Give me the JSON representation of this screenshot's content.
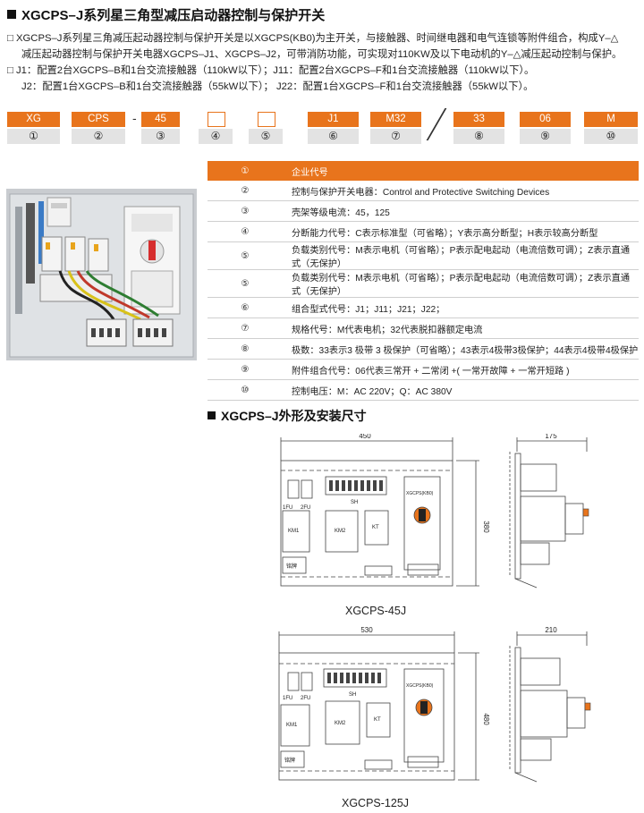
{
  "header": {
    "title": "XGCPS–J系列星三角型减压启动器控制与保护开关",
    "lines": [
      "□ XGCPS–J系列星三角减压起动器控制与保护开关是以XGCPS(KB0)为主开关，与接触器、时间继电器和电气连锁等附件组合，构成Y–△",
      "减压起动器控制与保护开关电器XGCPS–J1、XGCPS–J2，可带消防功能，可实现对110KW及以下电动机的Y–△减压起动控制与保护。",
      "□ J1：配置2台XGCPS–B和1台交流接触器（110kW以下）；J11：配置2台XGCPS–F和1台交流接触器（110kW以下）。",
      "J2：配置1台XGCPS–B和1台交流接触器（55kW以下）；  J22：配置1台XGCPS–F和1台交流接触器（55kW以下）。"
    ]
  },
  "code": {
    "segments": [
      "XG",
      "CPS",
      "-",
      "45",
      "□",
      "□",
      "J1",
      "M32",
      "/",
      "33",
      "06",
      "M"
    ],
    "numbers": [
      "①",
      "②",
      "③",
      "④",
      "⑤",
      "⑥",
      "⑦",
      "⑧",
      "⑨",
      "⑩"
    ]
  },
  "table": [
    {
      "num": "①",
      "text": "企业代号"
    },
    {
      "num": "②",
      "text": "控制与保护开关电器：Control and Protective Switching Devices"
    },
    {
      "num": "③",
      "text": "壳架等级电流：45，125"
    },
    {
      "num": "④",
      "text": "分断能力代号：C表示标准型（可省略）；Y表示高分断型；H表示较高分断型"
    },
    {
      "num": "⑤",
      "text": "负载类别代号：M表示电机（可省略）；P表示配电起动（电流倍数可调）；Z表示直通式（无保护）"
    },
    {
      "num": "⑤",
      "text": "负载类别代号：M表示电机（可省略）；P表示配电起动（电流倍数可调）；Z表示直通式（无保护）"
    },
    {
      "num": "⑥",
      "text": "组合型式代号：J1；J11；J21；J22；"
    },
    {
      "num": "⑦",
      "text": "规格代号：M代表电机；32代表脱扣器额定电流"
    },
    {
      "num": "⑧",
      "text": "极数：33表示3 极带 3 极保护（可省略）；43表示4极带3极保护；44表示4极带4极保护"
    },
    {
      "num": "⑨",
      "text": "附件组合代号：06代表三常开 + 二常闭 +( 一常开故障 + 一常开短路 )"
    },
    {
      "num": "⑩",
      "text": "控制电压：M：AC 220V；Q：AC 380V"
    }
  ],
  "section": {
    "title": "XGCPS–J外形及安装尺寸"
  },
  "dim45": {
    "width": "450",
    "depth": "175",
    "height": "380",
    "labels": {
      "fu1": "1FU",
      "fu2": "2FU",
      "sh": "SH",
      "kb": "XGCPS(KB0)",
      "km1": "KM1",
      "km2": "KM2",
      "kt": "KT",
      "plate": "铭牌"
    },
    "caption": "XGCPS-45J"
  },
  "dim125": {
    "width": "530",
    "depth": "210",
    "height": "480",
    "labels": {
      "fu1": "1FU",
      "fu2": "2FU",
      "sh": "SH",
      "kb": "XGCPS(KB0)",
      "km1": "KM1",
      "km2": "KM2",
      "kt": "KT",
      "plate": "铭牌"
    },
    "caption": "XGCPS-125J"
  },
  "colors": {
    "accent": "#e8741c",
    "number_bg": "#e3e3e3"
  }
}
